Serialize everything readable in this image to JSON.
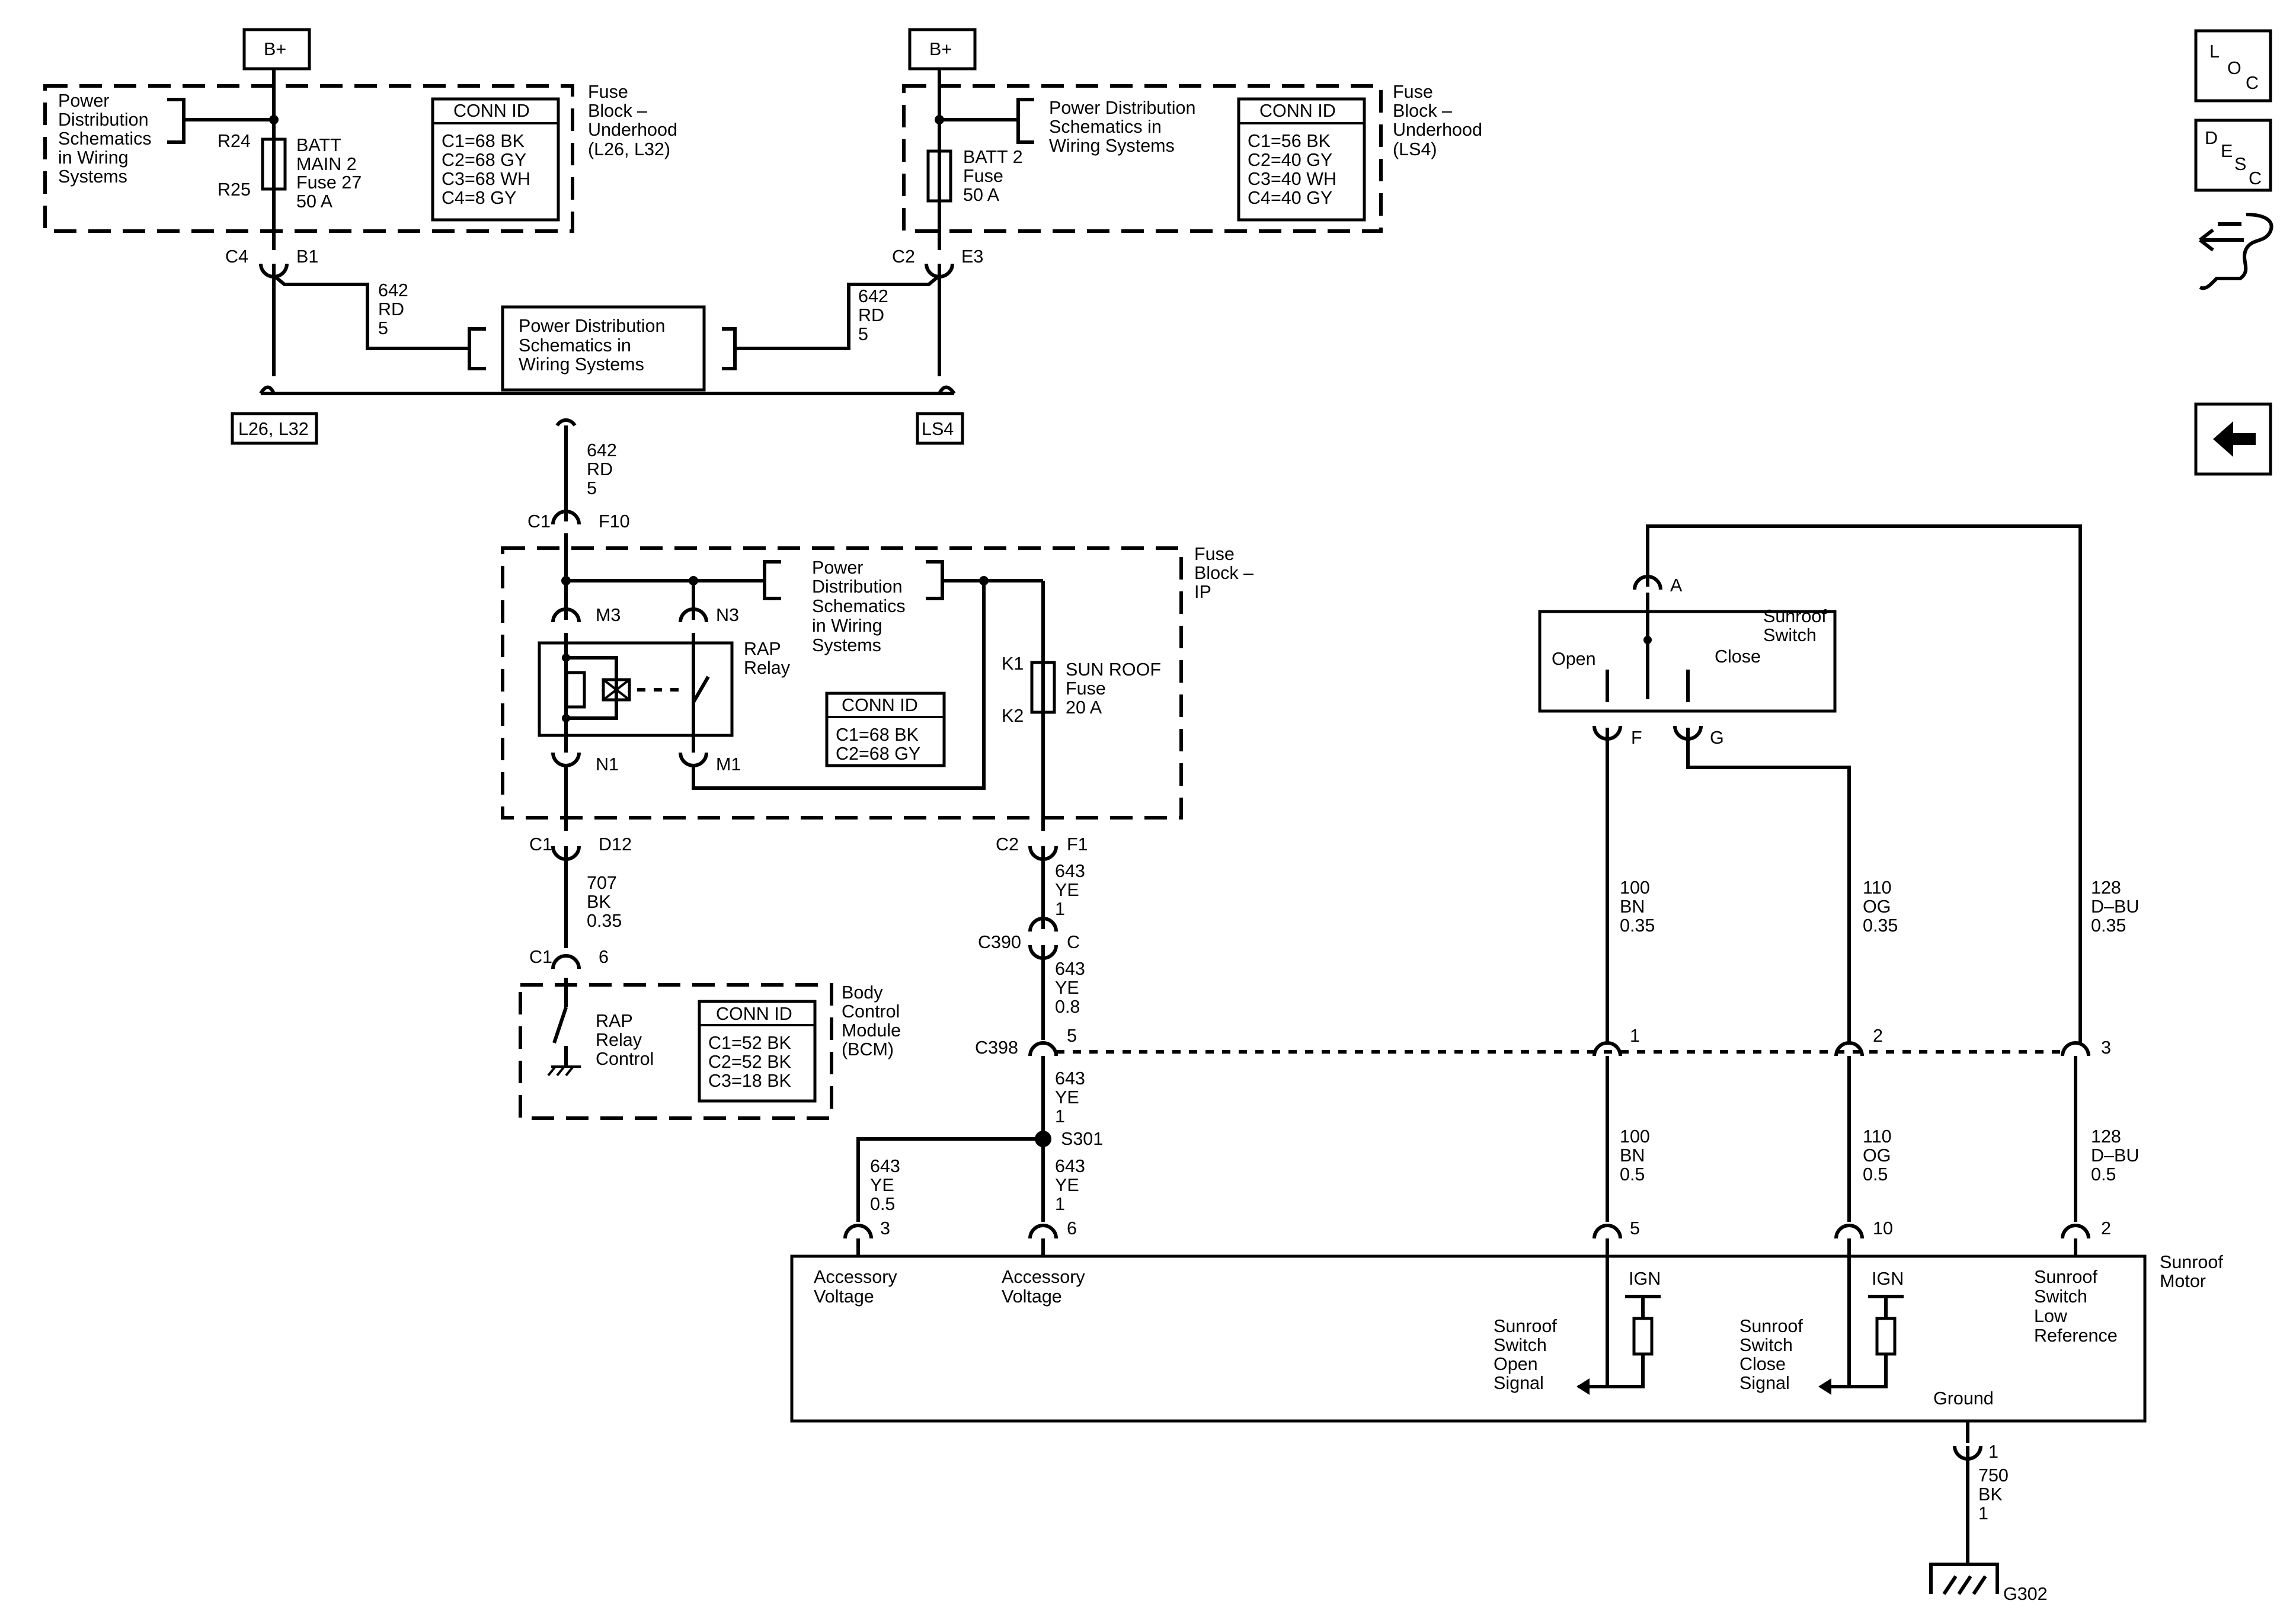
{
  "side_icons": [
    {
      "name": "loc",
      "letters": [
        "L",
        "O",
        "C"
      ]
    },
    {
      "name": "desc",
      "letters": [
        "D",
        "E",
        "S",
        "C"
      ]
    }
  ],
  "tags": {
    "bplus_left": "B+",
    "bplus_right": "B+",
    "l26": "L26, L32",
    "ls4": "LS4"
  },
  "fuse_block_uh_left": {
    "pds_lines": [
      "Power",
      "Distribution",
      "Schematics",
      "in Wiring",
      "Systems"
    ],
    "r24": "R24",
    "r25": "R25",
    "fuse_lines": [
      "BATT",
      "MAIN 2",
      "Fuse 27",
      "50 A"
    ],
    "conn_title": "CONN ID",
    "conn": [
      "C1=68 BK",
      "C2=68 GY",
      "C3=68 WH",
      "C4=8 GY"
    ],
    "label_lines": [
      "Fuse",
      "Block –",
      "Underhood",
      "(L26, L32)"
    ],
    "c4": "C4",
    "b1": "B1"
  },
  "fuse_block_uh_right": {
    "pds_lines": [
      "Power Distribution",
      "Schematics in",
      "Wiring Systems"
    ],
    "fuse_lines": [
      "BATT 2",
      "Fuse",
      "50 A"
    ],
    "conn_title": "CONN ID",
    "conn": [
      "C1=56 BK",
      "C2=40 GY",
      "C3=40 WH",
      "C4=40 GY"
    ],
    "label_lines": [
      "Fuse",
      "Block –",
      "Underhood",
      "(LS4)"
    ],
    "c2": "C2",
    "e3": "E3"
  },
  "wire_642_left": [
    "642",
    "RD",
    "5"
  ],
  "wire_642_right": [
    "642",
    "RD",
    "5"
  ],
  "pds_center_lines": [
    "Power Distribution",
    "Schematics in",
    "Wiring Systems"
  ],
  "wire_642_mid": [
    "642",
    "RD",
    "5"
  ],
  "fuse_block_ip": {
    "c1": "C1",
    "f10": "F10",
    "m3": "M3",
    "n3": "N3",
    "pds_lines": [
      "Power",
      "Distribution",
      "Schematics",
      "in Wiring",
      "Systems"
    ],
    "rap_lines": [
      "RAP",
      "Relay"
    ],
    "k1": "K1",
    "k2": "K2",
    "sunroof_fuse_lines": [
      "SUN ROOF",
      "Fuse",
      "20 A"
    ],
    "conn_title": "CONN ID",
    "conn": [
      "C1=68 BK",
      "C2=68 GY"
    ],
    "n1": "N1",
    "m1": "M1",
    "label_lines": [
      "Fuse",
      "Block –",
      "IP"
    ]
  },
  "conn_c1_d12": {
    "c": "C1",
    "p": "D12"
  },
  "conn_c2_f1": {
    "c": "C2",
    "p": "F1"
  },
  "wire_707": [
    "707",
    "BK",
    "0.35"
  ],
  "wire_643_a": [
    "643",
    "YE",
    "1"
  ],
  "conn_c390": {
    "c": "C390",
    "p": "C"
  },
  "wire_643_b": [
    "643",
    "YE",
    "0.8"
  ],
  "bcm": {
    "c1": "C1",
    "pin": "6",
    "rap_lines": [
      "RAP",
      "Relay",
      "Control"
    ],
    "conn_title": "CONN ID",
    "conn": [
      "C1=52 BK",
      "C2=52 BK",
      "C3=18 BK"
    ],
    "label_lines": [
      "Body",
      "Control",
      "Module",
      "(BCM)"
    ]
  },
  "c398": {
    "name": "C398",
    "p5": "5",
    "p1": "1",
    "p2": "2",
    "p3": "3"
  },
  "wire_643_c": [
    "643",
    "YE",
    "1"
  ],
  "splice": "S301",
  "wire_643_d": [
    "643",
    "YE",
    "0.5"
  ],
  "wire_643_e": [
    "643",
    "YE",
    "1"
  ],
  "switch": {
    "a": "A",
    "open": "Open",
    "close": "Close",
    "f": "F",
    "g": "G",
    "label_lines": [
      "Sunroof",
      "Switch"
    ]
  },
  "wire_100_a": [
    "100",
    "BN",
    "0.35"
  ],
  "wire_110_a": [
    "110",
    "OG",
    "0.35"
  ],
  "wire_128_a": [
    "128",
    "D–BU",
    "0.35"
  ],
  "wire_100_b": [
    "100",
    "BN",
    "0.5"
  ],
  "wire_110_b": [
    "110",
    "OG",
    "0.5"
  ],
  "wire_128_b": [
    "128",
    "D–BU",
    "0.5"
  ],
  "motor": {
    "pin3": "3",
    "pin6": "6",
    "pin5": "5",
    "pin10": "10",
    "pin2": "2",
    "pin1": "1",
    "acc1_lines": [
      "Accessory",
      "Voltage"
    ],
    "acc2_lines": [
      "Accessory",
      "Voltage"
    ],
    "ign1": "IGN",
    "ign2": "IGN",
    "open_sig_lines": [
      "Sunroof",
      "Switch",
      "Open",
      "Signal"
    ],
    "close_sig_lines": [
      "Sunroof",
      "Switch",
      "Close",
      "Signal"
    ],
    "lowref_lines": [
      "Sunroof",
      "Switch",
      "Low",
      "Reference"
    ],
    "ground": "Ground",
    "label_lines": [
      "Sunroof",
      "Motor"
    ]
  },
  "wire_750": [
    "750",
    "BK",
    "1"
  ],
  "g302": "G302"
}
